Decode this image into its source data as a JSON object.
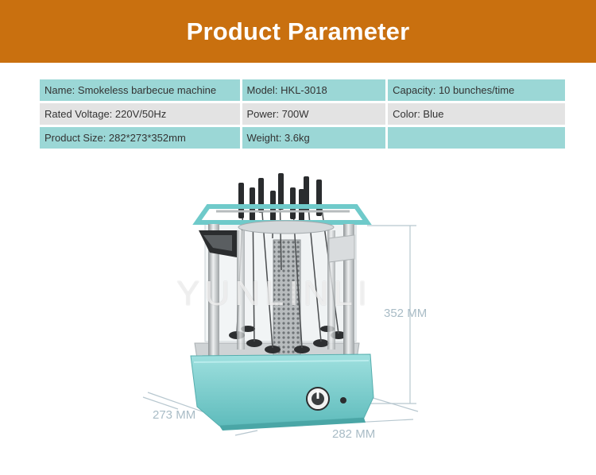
{
  "header": {
    "title": "Product Parameter"
  },
  "params": {
    "rows": [
      [
        "Name: Smokeless barbecue machine",
        "Model: HKL-3018",
        "Capacity: 10 bunches/time"
      ],
      [
        "Rated Voltage: 220V/50Hz",
        "Power: 700W",
        "Color: Blue"
      ],
      [
        "Product Size: 282*273*352mm",
        "Weight: 3.6kg",
        ""
      ]
    ]
  },
  "dimensions": {
    "height_label": "352 MM",
    "depth_label": "273 MM",
    "width_label": "282 MM"
  },
  "watermark": {
    "text": "YUNLINLI"
  },
  "colors": {
    "banner": "#c9700f",
    "row_teal": "#9bd7d6",
    "row_grey": "#e3e3e3",
    "machine_body": "#7fd0d0"
  }
}
